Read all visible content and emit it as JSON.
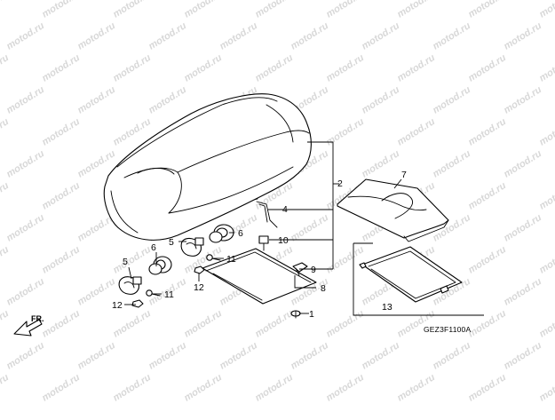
{
  "diagram": {
    "drawing_code": "GEZ3F1100A",
    "front_marker": "FR.",
    "watermark_text": "motod.ru",
    "callouts": {
      "c1": "1",
      "c2": "2",
      "c4": "4",
      "c5a": "5",
      "c5b": "5",
      "c6a": "6",
      "c6b": "6",
      "c7": "7",
      "c8": "8",
      "c9": "9",
      "c10": "10",
      "c11a": "11",
      "c11b": "11",
      "c12a": "12",
      "c12b": "12",
      "c13": "13"
    },
    "colors": {
      "line": "#000000",
      "watermark": "#d8d8d8",
      "background": "#ffffff"
    }
  }
}
